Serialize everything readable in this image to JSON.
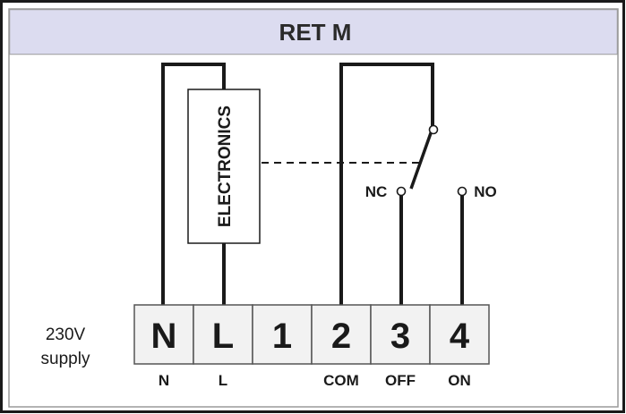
{
  "title": "RET M",
  "electronics_label": "ELECTRONICS",
  "supply": {
    "line1": "230V",
    "line2": "supply"
  },
  "contacts": {
    "nc": "NC",
    "no": "NO"
  },
  "terminals": [
    {
      "label": "N",
      "sub": "N"
    },
    {
      "label": "L",
      "sub": "L"
    },
    {
      "label": "1",
      "sub": ""
    },
    {
      "label": "2",
      "sub": "COM"
    },
    {
      "label": "3",
      "sub": "OFF"
    },
    {
      "label": "4",
      "sub": "ON"
    }
  ],
  "colors": {
    "header_bg": "#dcdcf0",
    "terminal_bg": "#f2f2f2",
    "line": "#1a1a1a"
  }
}
